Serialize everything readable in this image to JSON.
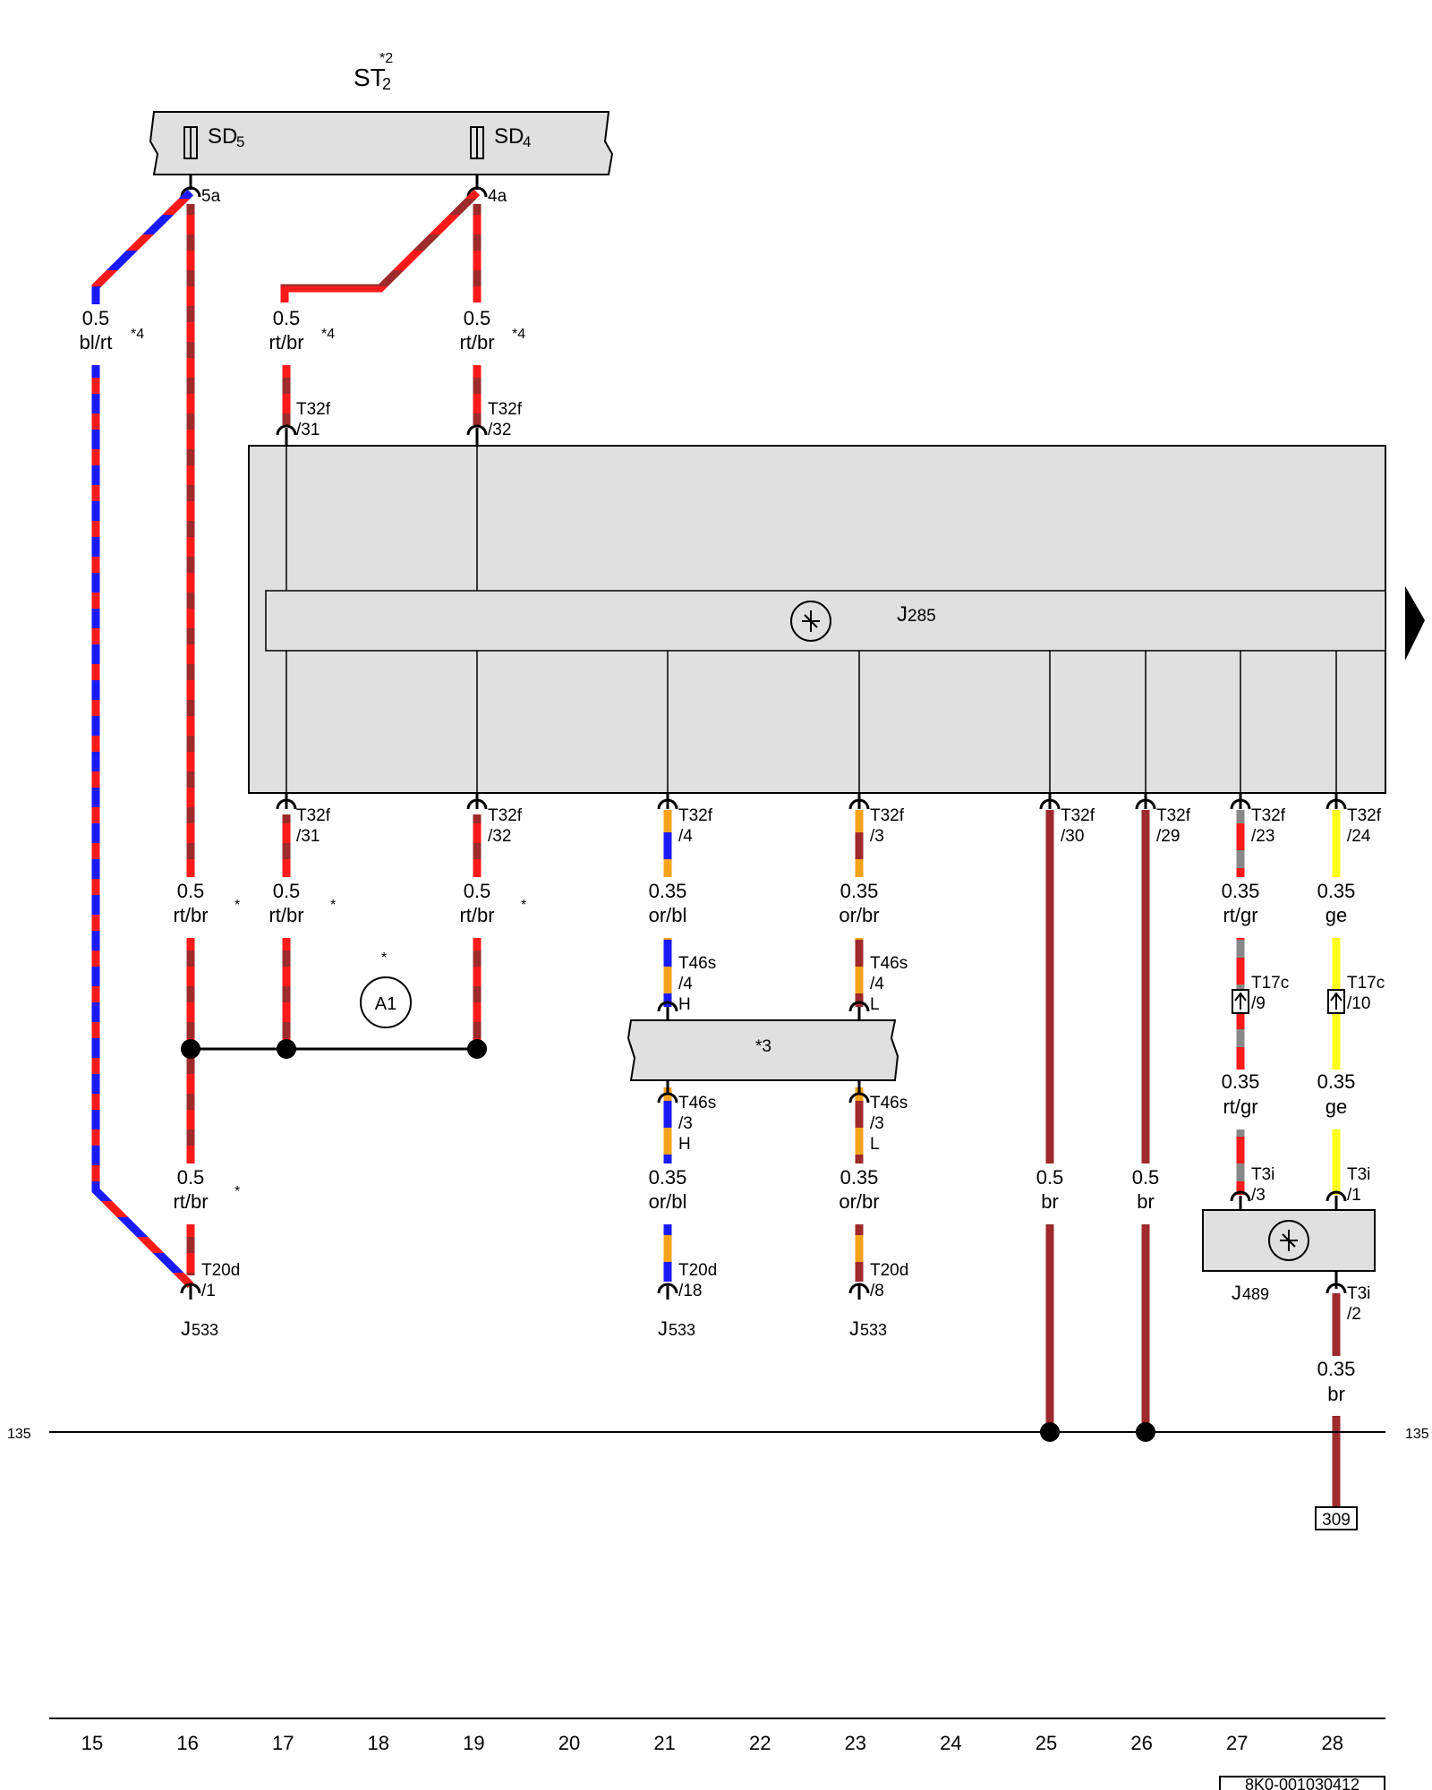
{
  "title": {
    "main": "ST",
    "sub": "2",
    "note": "*2"
  },
  "fuse_strip": {
    "fuse_a": "SD",
    "fuse_a_sub": "5",
    "fuse_b": "SD",
    "fuse_b_sub": "4",
    "pin_a": "5a",
    "pin_b": "4a"
  },
  "wires": {
    "w_blrt": {
      "size": "0.5",
      "color": "bl/rt",
      "note": "*4"
    },
    "w_rtbr_17": {
      "size": "0.5",
      "color": "rt/br",
      "note": "*4"
    },
    "w_rtbr_19": {
      "size": "0.5",
      "color": "rt/br",
      "note": "*4"
    },
    "w16_mid": {
      "size": "0.5",
      "color": "rt/br",
      "note": "*"
    },
    "w17_mid": {
      "size": "0.5",
      "color": "rt/br",
      "note": "*"
    },
    "w19_mid": {
      "size": "0.5",
      "color": "rt/br",
      "note": "*"
    },
    "w16_low": {
      "size": "0.5",
      "color": "rt/br",
      "note": "*"
    },
    "w21_mid": {
      "size": "0.35",
      "color": "or/bl"
    },
    "w23_mid": {
      "size": "0.35",
      "color": "or/br"
    },
    "w21_low": {
      "size": "0.35",
      "color": "or/bl"
    },
    "w23_low": {
      "size": "0.35",
      "color": "or/br"
    },
    "w25": {
      "size": "0.5",
      "color": "br"
    },
    "w26": {
      "size": "0.5",
      "color": "br"
    },
    "w27_mid": {
      "size": "0.35",
      "color": "rt/gr"
    },
    "w28_mid": {
      "size": "0.35",
      "color": "ge"
    },
    "w27_low": {
      "size": "0.35",
      "color": "rt/gr"
    },
    "w28_low": {
      "size": "0.35",
      "color": "ge"
    },
    "w28_bottom": {
      "size": "0.35",
      "color": "br"
    }
  },
  "connectors": {
    "t32f_31_top": {
      "name": "T32f",
      "pin": "/31"
    },
    "t32f_32_top": {
      "name": "T32f",
      "pin": "/32"
    },
    "t32f_31": {
      "name": "T32f",
      "pin": "/31"
    },
    "t32f_32": {
      "name": "T32f",
      "pin": "/32"
    },
    "t32f_4": {
      "name": "T32f",
      "pin": "/4"
    },
    "t32f_3": {
      "name": "T32f",
      "pin": "/3"
    },
    "t32f_30": {
      "name": "T32f",
      "pin": "/30"
    },
    "t32f_29": {
      "name": "T32f",
      "pin": "/29"
    },
    "t32f_23": {
      "name": "T32f",
      "pin": "/23"
    },
    "t32f_24": {
      "name": "T32f",
      "pin": "/24"
    },
    "t46s_4_h": {
      "name": "T46s",
      "pin": "/4",
      "sig": "H"
    },
    "t46s_4_l": {
      "name": "T46s",
      "pin": "/4",
      "sig": "L"
    },
    "t46s_3_h": {
      "name": "T46s",
      "pin": "/3",
      "sig": "H"
    },
    "t46s_3_l": {
      "name": "T46s",
      "pin": "/3",
      "sig": "L"
    },
    "t17c_9": {
      "name": "T17c",
      "pin": "/9"
    },
    "t17c_10": {
      "name": "T17c",
      "pin": "/10"
    },
    "t3i_3": {
      "name": "T3i",
      "pin": "/3"
    },
    "t3i_1": {
      "name": "T3i",
      "pin": "/1"
    },
    "t3i_2": {
      "name": "T3i",
      "pin": "/2"
    },
    "t20d_1": {
      "name": "T20d",
      "pin": "/1"
    },
    "t20d_18": {
      "name": "T20d",
      "pin": "/18"
    },
    "t20d_8": {
      "name": "T20d",
      "pin": "/8"
    }
  },
  "components": {
    "j285": {
      "name": "J",
      "sub": "285"
    },
    "j489": {
      "name": "J",
      "sub": "489"
    },
    "j533": {
      "name": "J",
      "sub": "533"
    },
    "a1": "A1",
    "a1_note": "*",
    "box3": "*3",
    "ref_309": "309"
  },
  "ground_ref": "135",
  "axis": [
    "15",
    "16",
    "17",
    "18",
    "19",
    "20",
    "21",
    "22",
    "23",
    "24",
    "25",
    "26",
    "27",
    "28"
  ],
  "doc_number": "8K0-001030412",
  "colors": {
    "red": "#ff1a1a",
    "brown": "#9e2a2b",
    "blue": "#1a1aff",
    "orange": "#f5a31a",
    "grey": "#888888",
    "yellow": "#ffff1a",
    "box": "#e0e0e0"
  }
}
